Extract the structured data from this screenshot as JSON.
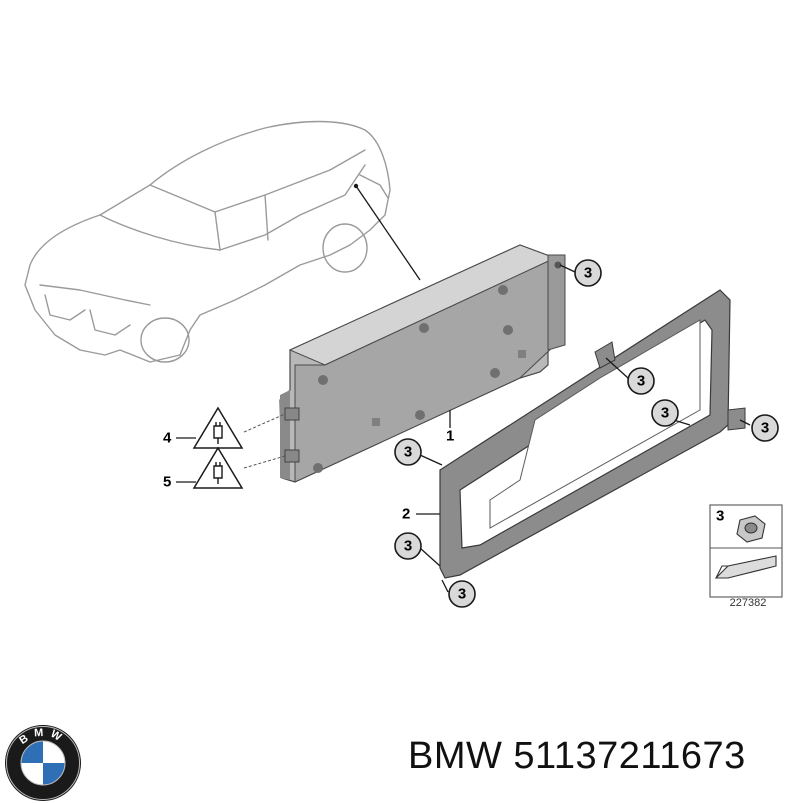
{
  "callouts": {
    "c1": "1",
    "c2": "2",
    "c3": "3",
    "c4": "4",
    "c5": "5"
  },
  "legend": {
    "part_number": "3",
    "diagram_code": "227382"
  },
  "brand": {
    "text": "BMW 51137211673",
    "logo_letters": "BMW"
  },
  "icons": [
    "car-outline-icon",
    "warning-plug-icon",
    "nut-icon",
    "wedge-arrow-icon",
    "bmw-logo-icon"
  ]
}
